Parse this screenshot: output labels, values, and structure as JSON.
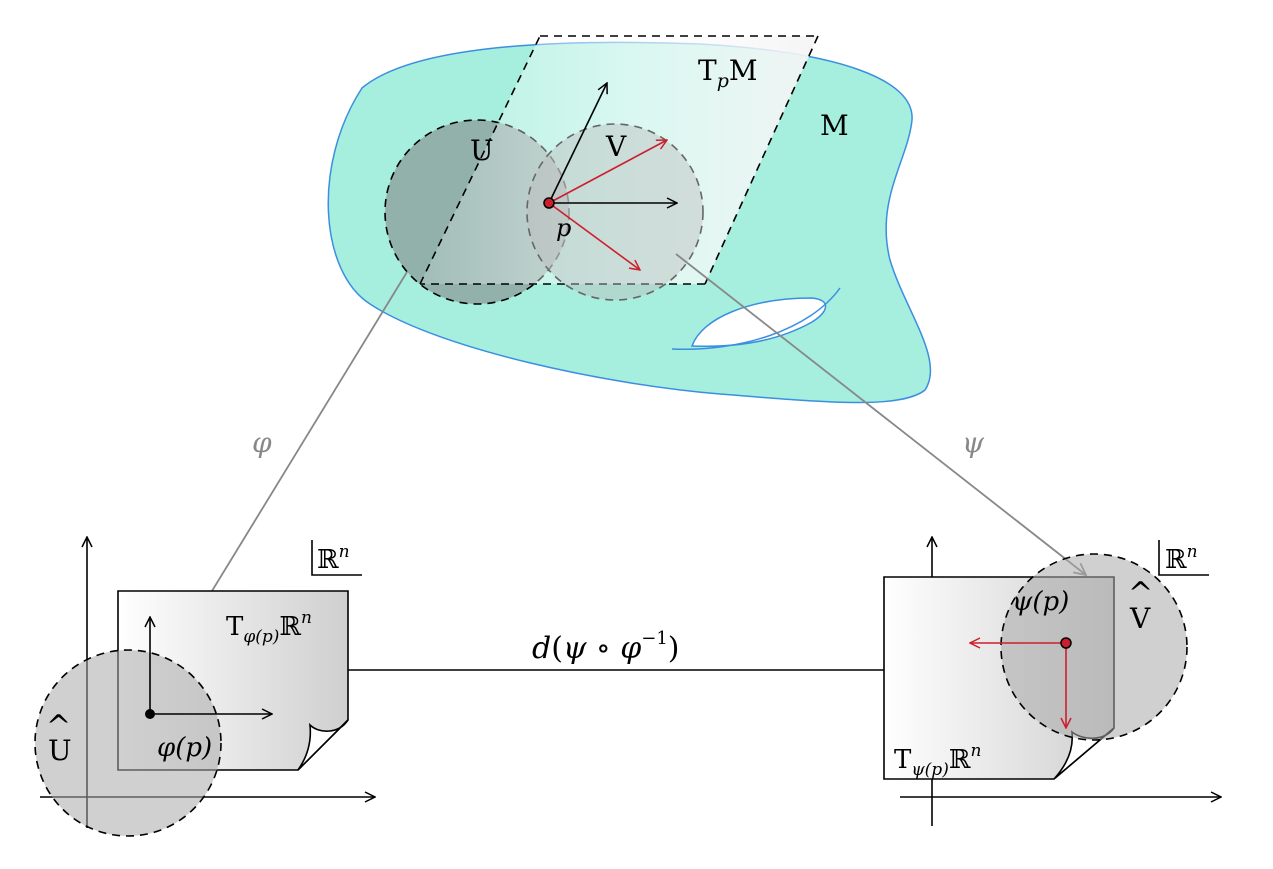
{
  "labels": {
    "manifold": "M",
    "tangent_space": {
      "base": "T",
      "sub": "p",
      "tail": "M"
    },
    "chart_domain_u": "U",
    "chart_domain_v": "V",
    "point": "p",
    "chart_map_phi": "φ",
    "chart_map_psi": "ψ",
    "space_left": {
      "base": "ℝ",
      "sup": "n"
    },
    "space_right": {
      "base": "ℝ",
      "sup": "n"
    },
    "tangent_left": {
      "base": "T",
      "sub": "φ(p)",
      "tail": "ℝ",
      "sup": "n"
    },
    "tangent_right": {
      "base": "T",
      "sub": "ψ(p)",
      "tail": "ℝ",
      "sup": "n"
    },
    "image_u": "U",
    "image_v": "V",
    "hat_mark": "^",
    "point_image_left": "φ(p)",
    "point_image_right": "ψ(p)",
    "differential": {
      "d": "d",
      "open": "(",
      "body": "ψ ∘ φ",
      "sup": "−1",
      "close": ")"
    }
  },
  "colors": {
    "manifold_fill": "#a6eedd",
    "manifold_stroke": "#3a8fe0",
    "red_vector": "#cc1f2e",
    "map_arrow": "#888888",
    "disk_fill": "#a9a9a9",
    "black": "#000000"
  }
}
